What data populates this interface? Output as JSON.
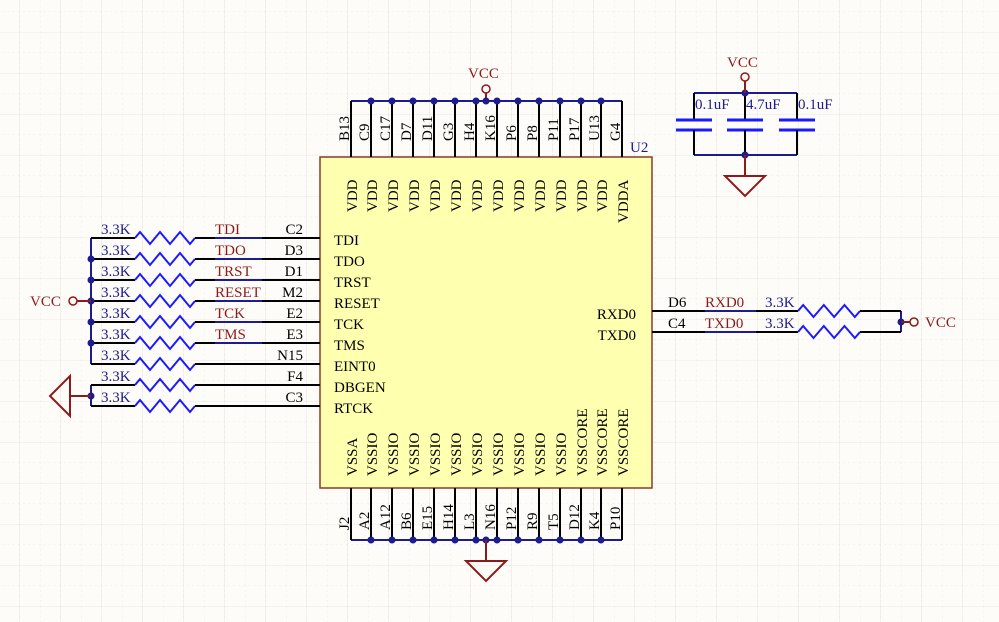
{
  "schematic": {
    "component": {
      "designator": "U2",
      "top_pins": [
        {
          "num": "B13",
          "name": "VDD"
        },
        {
          "num": "C9",
          "name": "VDD"
        },
        {
          "num": "C17",
          "name": "VDD"
        },
        {
          "num": "D7",
          "name": "VDD"
        },
        {
          "num": "D11",
          "name": "VDD"
        },
        {
          "num": "G3",
          "name": "VDD"
        },
        {
          "num": "H4",
          "name": "VDD"
        },
        {
          "num": "K16",
          "name": "VDD"
        },
        {
          "num": "P6",
          "name": "VDD"
        },
        {
          "num": "P8",
          "name": "VDD"
        },
        {
          "num": "P11",
          "name": "VDD"
        },
        {
          "num": "P17",
          "name": "VDD"
        },
        {
          "num": "U13",
          "name": "VDD"
        },
        {
          "num": "G4",
          "name": "VDDA"
        }
      ],
      "bottom_pins": [
        {
          "num": "J2",
          "name": "VSSA"
        },
        {
          "num": "A2",
          "name": "VSSIO"
        },
        {
          "num": "A12",
          "name": "VSSIO"
        },
        {
          "num": "B6",
          "name": "VSSIO"
        },
        {
          "num": "E15",
          "name": "VSSIO"
        },
        {
          "num": "H14",
          "name": "VSSIO"
        },
        {
          "num": "L3",
          "name": "VSSIO"
        },
        {
          "num": "N16",
          "name": "VSSIO"
        },
        {
          "num": "P12",
          "name": "VSSIO"
        },
        {
          "num": "R9",
          "name": "VSSIO"
        },
        {
          "num": "T5",
          "name": "VSSIO"
        },
        {
          "num": "D12",
          "name": "VSSCORE"
        },
        {
          "num": "K4",
          "name": "VSSCORE"
        },
        {
          "num": "P10",
          "name": "VSSCORE"
        }
      ],
      "left_pins": [
        {
          "num": "C2",
          "name": "TDI",
          "net": "TDI",
          "res": "3.3K"
        },
        {
          "num": "D3",
          "name": "TDO",
          "net": "TDO",
          "res": "3.3K"
        },
        {
          "num": "D1",
          "name": "TRST",
          "net": "TRST",
          "res": "3.3K"
        },
        {
          "num": "M2",
          "name": "RESET",
          "net": "RESET",
          "res": "3.3K"
        },
        {
          "num": "E2",
          "name": "TCK",
          "net": "TCK",
          "res": "3.3K"
        },
        {
          "num": "E3",
          "name": "TMS",
          "net": "TMS",
          "res": "3.3K"
        },
        {
          "num": "N15",
          "name": "EINT0",
          "net": "",
          "res": "3.3K"
        },
        {
          "num": "F4",
          "name": "DBGEN",
          "net": "",
          "res": "3.3K"
        },
        {
          "num": "C3",
          "name": "RTCK",
          "net": "",
          "res": "3.3K"
        }
      ],
      "right_pins": [
        {
          "num": "D6",
          "name": "RXD0",
          "net": "RXD0",
          "res": "3.3K"
        },
        {
          "num": "C4",
          "name": "TXD0",
          "net": "TXD0",
          "res": "3.3K"
        }
      ]
    },
    "power": {
      "top_vcc": "VCC",
      "left_vcc": "VCC",
      "right_vcc": "VCC",
      "cap_vcc": "VCC"
    },
    "capacitors": [
      {
        "value": "0.1uF"
      },
      {
        "value": "4.7uF"
      },
      {
        "value": "0.1uF"
      }
    ]
  }
}
